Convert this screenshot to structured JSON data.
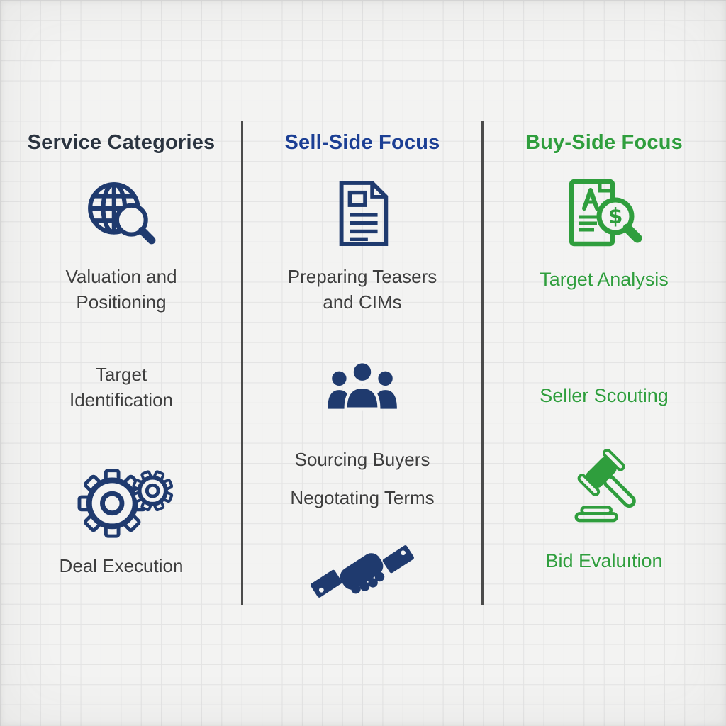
{
  "colors": {
    "background": "#f3f3f2",
    "grid_line": "#e3e3e3",
    "divider": "#4b4b4b",
    "dark_header": "#2b3440",
    "blue_header": "#1c3f94",
    "navy_icon": "#1f3a6e",
    "green": "#2f9e3d",
    "body_text": "#3e3e3e"
  },
  "columns": [
    {
      "id": "service-categories",
      "header": "Service Categories",
      "items": [
        {
          "type": "icon",
          "icon": "globe-search-icon"
        },
        {
          "type": "label",
          "lines": [
            "Valuation and",
            "Positioning"
          ]
        },
        {
          "type": "label",
          "lines": [
            "Target",
            "Identification"
          ]
        },
        {
          "type": "icon",
          "icon": "gears-icon"
        },
        {
          "type": "label",
          "lines": [
            "Deal Execution"
          ]
        }
      ]
    },
    {
      "id": "sell-side-focus",
      "header": "Sell-Side Focus",
      "items": [
        {
          "type": "icon",
          "icon": "document-icon"
        },
        {
          "type": "label",
          "lines": [
            "Preparing Teasers",
            "and CIMs"
          ]
        },
        {
          "type": "icon",
          "icon": "people-group-icon"
        },
        {
          "type": "label",
          "lines": [
            "Sourcing Buyers"
          ]
        },
        {
          "type": "label",
          "lines": [
            "Negotating Terms"
          ]
        },
        {
          "type": "icon",
          "icon": "handshake-icon"
        }
      ]
    },
    {
      "id": "buy-side-focus",
      "header": "Buy-Side Focus",
      "items": [
        {
          "type": "icon",
          "icon": "document-search-dollar-icon"
        },
        {
          "type": "label",
          "lines": [
            "Target Analysis"
          ]
        },
        {
          "type": "label",
          "lines": [
            "Seller Scouting"
          ]
        },
        {
          "type": "icon",
          "icon": "gavel-icon"
        },
        {
          "type": "label",
          "lines": [
            "Bid Evaluıtion"
          ]
        }
      ]
    }
  ]
}
